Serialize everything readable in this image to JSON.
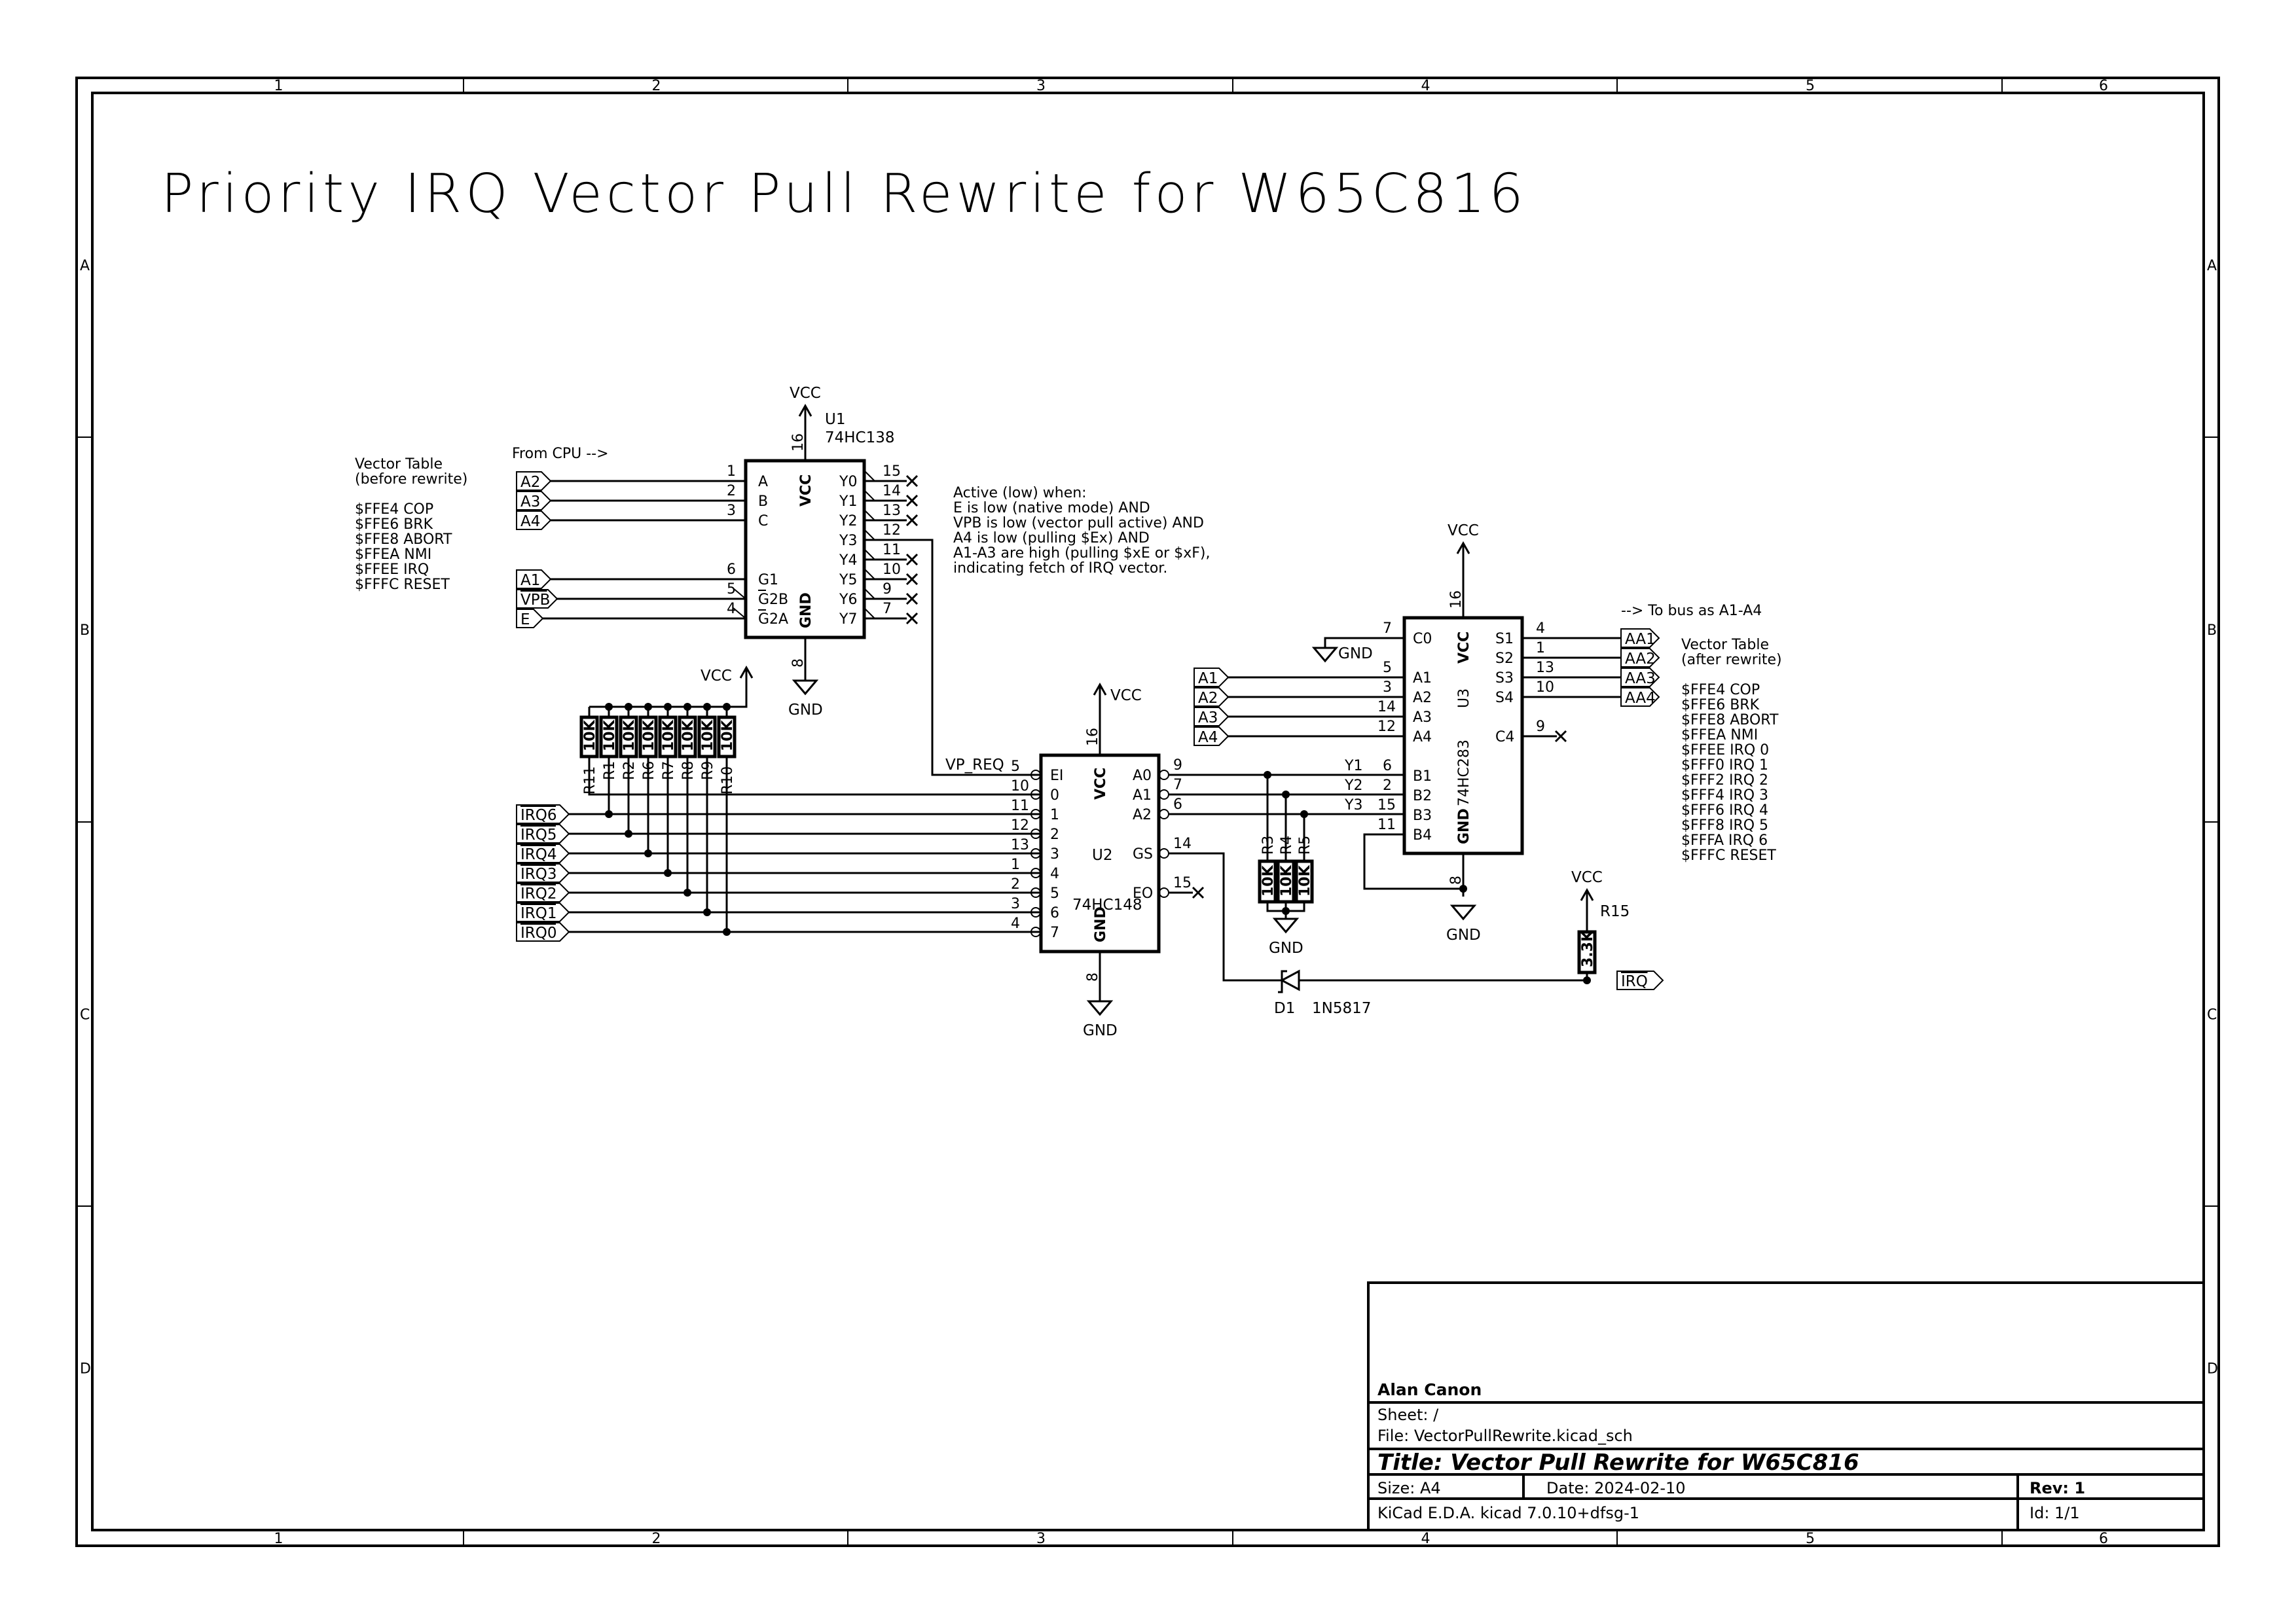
{
  "sheet": {
    "title": "Priority IRQ Vector Pull Rewrite for W65C816",
    "columns": [
      "1",
      "2",
      "3",
      "4",
      "5",
      "6"
    ],
    "rows": [
      "A",
      "B",
      "C",
      "D"
    ]
  },
  "notes": {
    "from_cpu": "From CPU -->",
    "to_bus": "--> To bus as A1-A4",
    "vector_before": [
      "Vector Table",
      "(before rewrite)",
      "",
      "$FFE4 COP",
      "$FFE6 BRK",
      "$FFE8 ABORT",
      "$FFEA NMI",
      "$FFEE IRQ",
      "$FFFC RESET"
    ],
    "vector_after": [
      "Vector Table",
      "(after rewrite)",
      "",
      "$FFE4 COP",
      "$FFE6 BRK",
      "$FFE8 ABORT",
      "$FFEA NMI",
      "$FFEE IRQ 0",
      "$FFF0 IRQ 1",
      "$FFF2 IRQ 2",
      "$FFF4 IRQ 3",
      "$FFF6 IRQ 4",
      "$FFF8 IRQ 5",
      "$FFFA IRQ 6",
      "$FFFC RESET"
    ],
    "active_when": [
      "Active (low) when:",
      "E is low (native mode) AND",
      "VPB is low (vector pull active) AND",
      "A4 is low (pulling $Ex) AND",
      "A1-A3 are high (pulling $xE or $xF),",
      "indicating fetch of IRQ vector."
    ]
  },
  "power": {
    "vcc": "VCC",
    "gnd": "GND"
  },
  "u1": {
    "ref": "U1",
    "value": "74HC138",
    "vcc_pin": "16",
    "gnd_pin": "8",
    "vcc_name": "VCC",
    "gnd_name": "GND",
    "left": [
      {
        "name": "A",
        "num": "1",
        "label": "A2"
      },
      {
        "name": "B",
        "num": "2",
        "label": "A3"
      },
      {
        "name": "C",
        "num": "3",
        "label": "A4"
      },
      {
        "name": "G1",
        "num": "6",
        "label": "A1"
      },
      {
        "name": "G2B",
        "num": "5",
        "label": "VPB"
      },
      {
        "name": "G2A",
        "num": "4",
        "label": "E"
      }
    ],
    "right": [
      {
        "name": "Y0",
        "num": "15"
      },
      {
        "name": "Y1",
        "num": "14"
      },
      {
        "name": "Y2",
        "num": "13"
      },
      {
        "name": "Y3",
        "num": "12"
      },
      {
        "name": "Y4",
        "num": "11"
      },
      {
        "name": "Y5",
        "num": "10"
      },
      {
        "name": "Y6",
        "num": "9"
      },
      {
        "name": "Y7",
        "num": "7"
      }
    ]
  },
  "u2": {
    "ref": "U2",
    "value": "74HC148",
    "vcc_pin": "16",
    "gnd_pin": "8",
    "vcc_name": "VCC",
    "gnd_name": "GND",
    "net_vp_req": "VP_REQ",
    "left": [
      {
        "name": "EI",
        "num": "5"
      },
      {
        "name": "0",
        "num": "10"
      },
      {
        "name": "1",
        "num": "11"
      },
      {
        "name": "2",
        "num": "12"
      },
      {
        "name": "3",
        "num": "13"
      },
      {
        "name": "4",
        "num": "1"
      },
      {
        "name": "5",
        "num": "2"
      },
      {
        "name": "6",
        "num": "3"
      },
      {
        "name": "7",
        "num": "4"
      }
    ],
    "right": [
      {
        "name": "A0",
        "num": "9"
      },
      {
        "name": "A1",
        "num": "7"
      },
      {
        "name": "A2",
        "num": "6"
      },
      {
        "name": "GS",
        "num": "14"
      },
      {
        "name": "EO",
        "num": "15"
      }
    ]
  },
  "u3": {
    "ref": "U3",
    "value": "74HC283",
    "vcc_pin": "16",
    "gnd_pin": "8",
    "vcc_name": "VCC",
    "gnd_name": "GND",
    "left": [
      {
        "name": "C0",
        "num": "7"
      },
      {
        "name": "A1",
        "num": "5",
        "label": "A1"
      },
      {
        "name": "A2",
        "num": "3",
        "label": "A2"
      },
      {
        "name": "A3",
        "num": "14",
        "label": "A3"
      },
      {
        "name": "A4",
        "num": "12",
        "label": "A4"
      },
      {
        "name": "B1",
        "num": "6",
        "net": "Y1"
      },
      {
        "name": "B2",
        "num": "2",
        "net": "Y2"
      },
      {
        "name": "B3",
        "num": "15",
        "net": "Y3"
      },
      {
        "name": "B4",
        "num": "11"
      }
    ],
    "right": [
      {
        "name": "S1",
        "num": "4",
        "label": "AA1"
      },
      {
        "name": "S2",
        "num": "1",
        "label": "AA2"
      },
      {
        "name": "S3",
        "num": "13",
        "label": "AA3"
      },
      {
        "name": "S4",
        "num": "10",
        "label": "AA4"
      },
      {
        "name": "C4",
        "num": "9"
      }
    ]
  },
  "irq_labels": [
    "IRQ6",
    "IRQ5",
    "IRQ4",
    "IRQ3",
    "IRQ2",
    "IRQ1",
    "IRQ0"
  ],
  "pullups": {
    "refs": [
      "R11",
      "R1",
      "R2",
      "R6",
      "R7",
      "R8",
      "R9",
      "R10"
    ],
    "value": "10K"
  },
  "pulldowns": {
    "refs": [
      "R3",
      "R4",
      "R5"
    ],
    "value": "10K"
  },
  "r15": {
    "ref": "R15",
    "value": "3.3K"
  },
  "d1": {
    "ref": "D1",
    "value": "1N5817"
  },
  "irq_out": "IRQ",
  "title_block": {
    "company": "Alan Canon",
    "sheet": "Sheet: /",
    "file": "File: VectorPullRewrite.kicad_sch",
    "title": "Title: Vector Pull Rewrite for W65C816",
    "size": "Size: A4",
    "date": "Date: 2024-02-10",
    "rev": "Rev: 1",
    "tool": "KiCad E.D.A.  kicad 7.0.10+dfsg-1",
    "id": "Id: 1/1"
  }
}
